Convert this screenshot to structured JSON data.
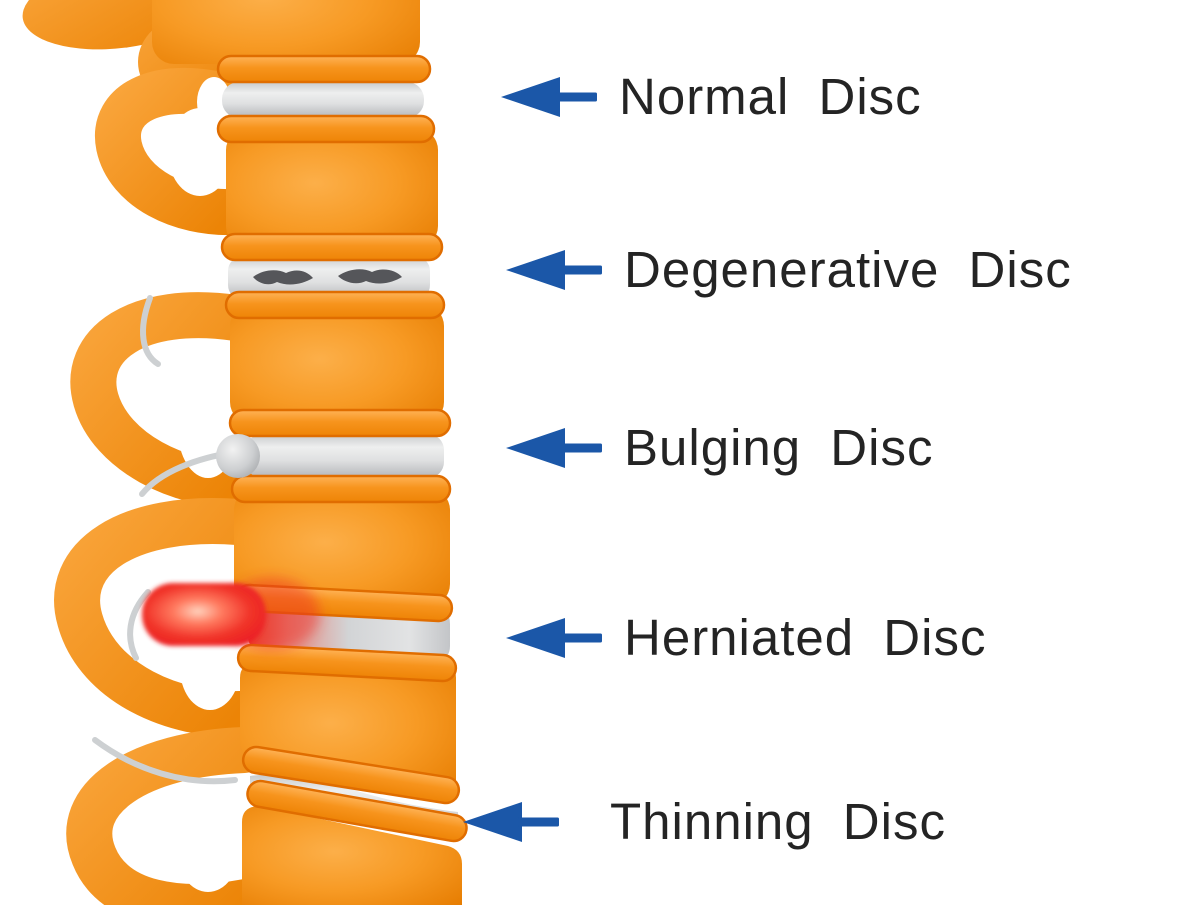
{
  "diagram": {
    "labels": [
      {
        "id": "normal",
        "text": "Normal Disc"
      },
      {
        "id": "degenerative",
        "text": "Degenerative Disc"
      },
      {
        "id": "bulging",
        "text": "Bulging Disc"
      },
      {
        "id": "herniated",
        "text": "Herniated Disc"
      },
      {
        "id": "thinning",
        "text": "Thinning Disc"
      }
    ],
    "icons": [
      {
        "name": "left-arrow-icon",
        "glyph": "⬅"
      }
    ],
    "colors": {
      "background": "#FFFFFF",
      "bone_orange": "#F7941D",
      "bone_orange_dark": "#E06D00",
      "bone_orange_light": "#FCAF49",
      "disc_gray": "#C7C9CB",
      "disc_gray_light": "#EEEFEF",
      "degeneration_crack": "#55565A",
      "bulge_gray": "#CDCFD1",
      "hernia_red": "#EA1C24",
      "arrow_blue": "#1B57A8",
      "label_text": "#242424"
    }
  }
}
